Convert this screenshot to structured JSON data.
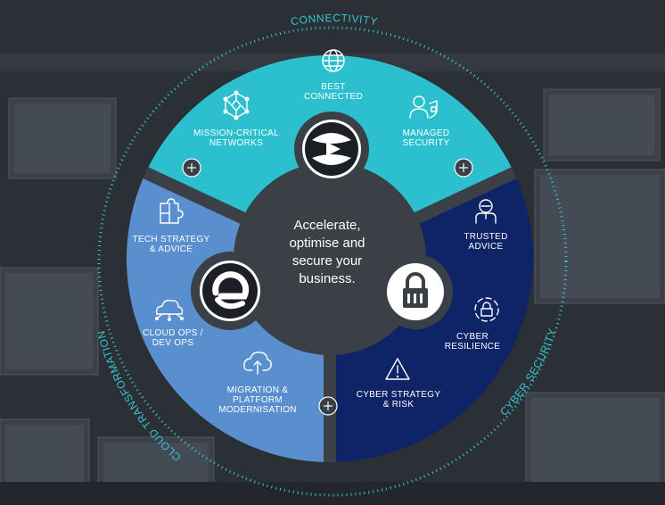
{
  "ring_labels": {
    "top": "CONNECTIVITY",
    "left": "CLOUD TRANSFORMATION",
    "right": "CYBER SECURITY"
  },
  "center": {
    "lines": [
      "Accelerate,",
      "optimise and",
      "secure your",
      "business."
    ]
  },
  "segments": {
    "connectivity": [
      {
        "icon": "globe-icon",
        "lines": [
          "BEST",
          "CONNECTED"
        ]
      },
      {
        "icon": "network-icon",
        "lines": [
          "MISSION-CRITICAL",
          "NETWORKS"
        ]
      },
      {
        "icon": "managed-security-icon",
        "lines": [
          "MANAGED",
          "SECURITY"
        ]
      }
    ],
    "cloud": [
      {
        "icon": "puzzle-icon",
        "lines": [
          "TECH STRATEGY",
          "& ADVICE"
        ]
      },
      {
        "icon": "cloud-network-icon",
        "lines": [
          "CLOUD OPS /",
          "DEV OPS"
        ]
      },
      {
        "icon": "cloud-upload-icon",
        "lines": [
          "MIGRATION &",
          "PLATFORM",
          "MODERNISATION"
        ]
      }
    ],
    "cyber": [
      {
        "icon": "advisor-icon",
        "lines": [
          "TRUSTED",
          "ADVICE"
        ]
      },
      {
        "icon": "shield-lock-icon",
        "lines": [
          "CYBER",
          "RESILIENCE"
        ]
      },
      {
        "icon": "warning-icon",
        "lines": [
          "CYBER STRATEGY",
          "& RISK"
        ]
      }
    ]
  },
  "colors": {
    "connectivity": "#2cc0cf",
    "cloud": "#5a8fcf",
    "cyber": "#0f2466",
    "hub": "#3b4047",
    "dots": "#35c6d3"
  }
}
